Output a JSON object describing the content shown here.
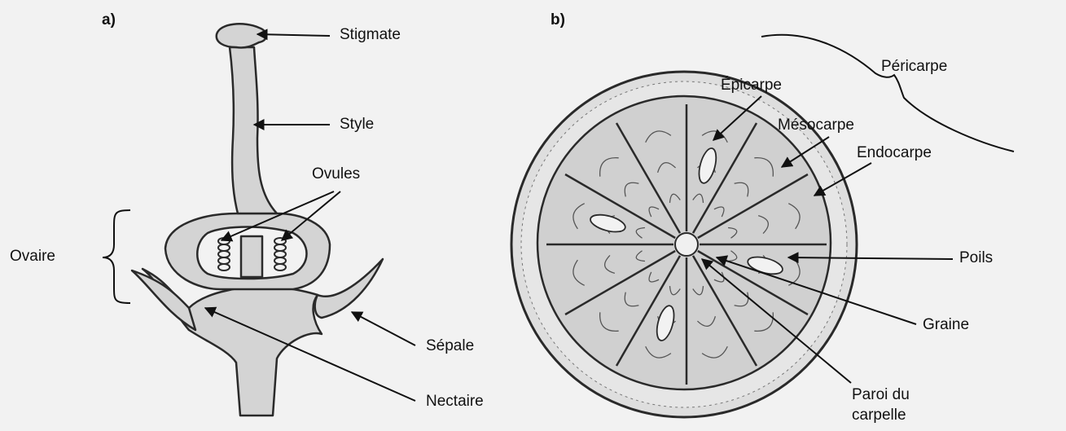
{
  "panels": {
    "a": "a)",
    "b": "b)"
  },
  "labels_a": {
    "stigmate": "Stigmate",
    "style": "Style",
    "ovules": "Ovules",
    "ovaire": "Ovaire",
    "sepale": "Sépale",
    "nectaire": "Nectaire"
  },
  "labels_b": {
    "pericarpe": "Péricarpe",
    "epicarpe": "Épicarpe",
    "mesocarpe": "Mésocarpe",
    "endocarpe": "Endocarpe",
    "poils": "Poils",
    "graine": "Graine",
    "paroi_line1": "Paroi du",
    "paroi_line2": "carpelle"
  },
  "colors": {
    "fill": "#d4d4d4",
    "outline": "#2a2a2a",
    "background": "#f2f2f2"
  }
}
